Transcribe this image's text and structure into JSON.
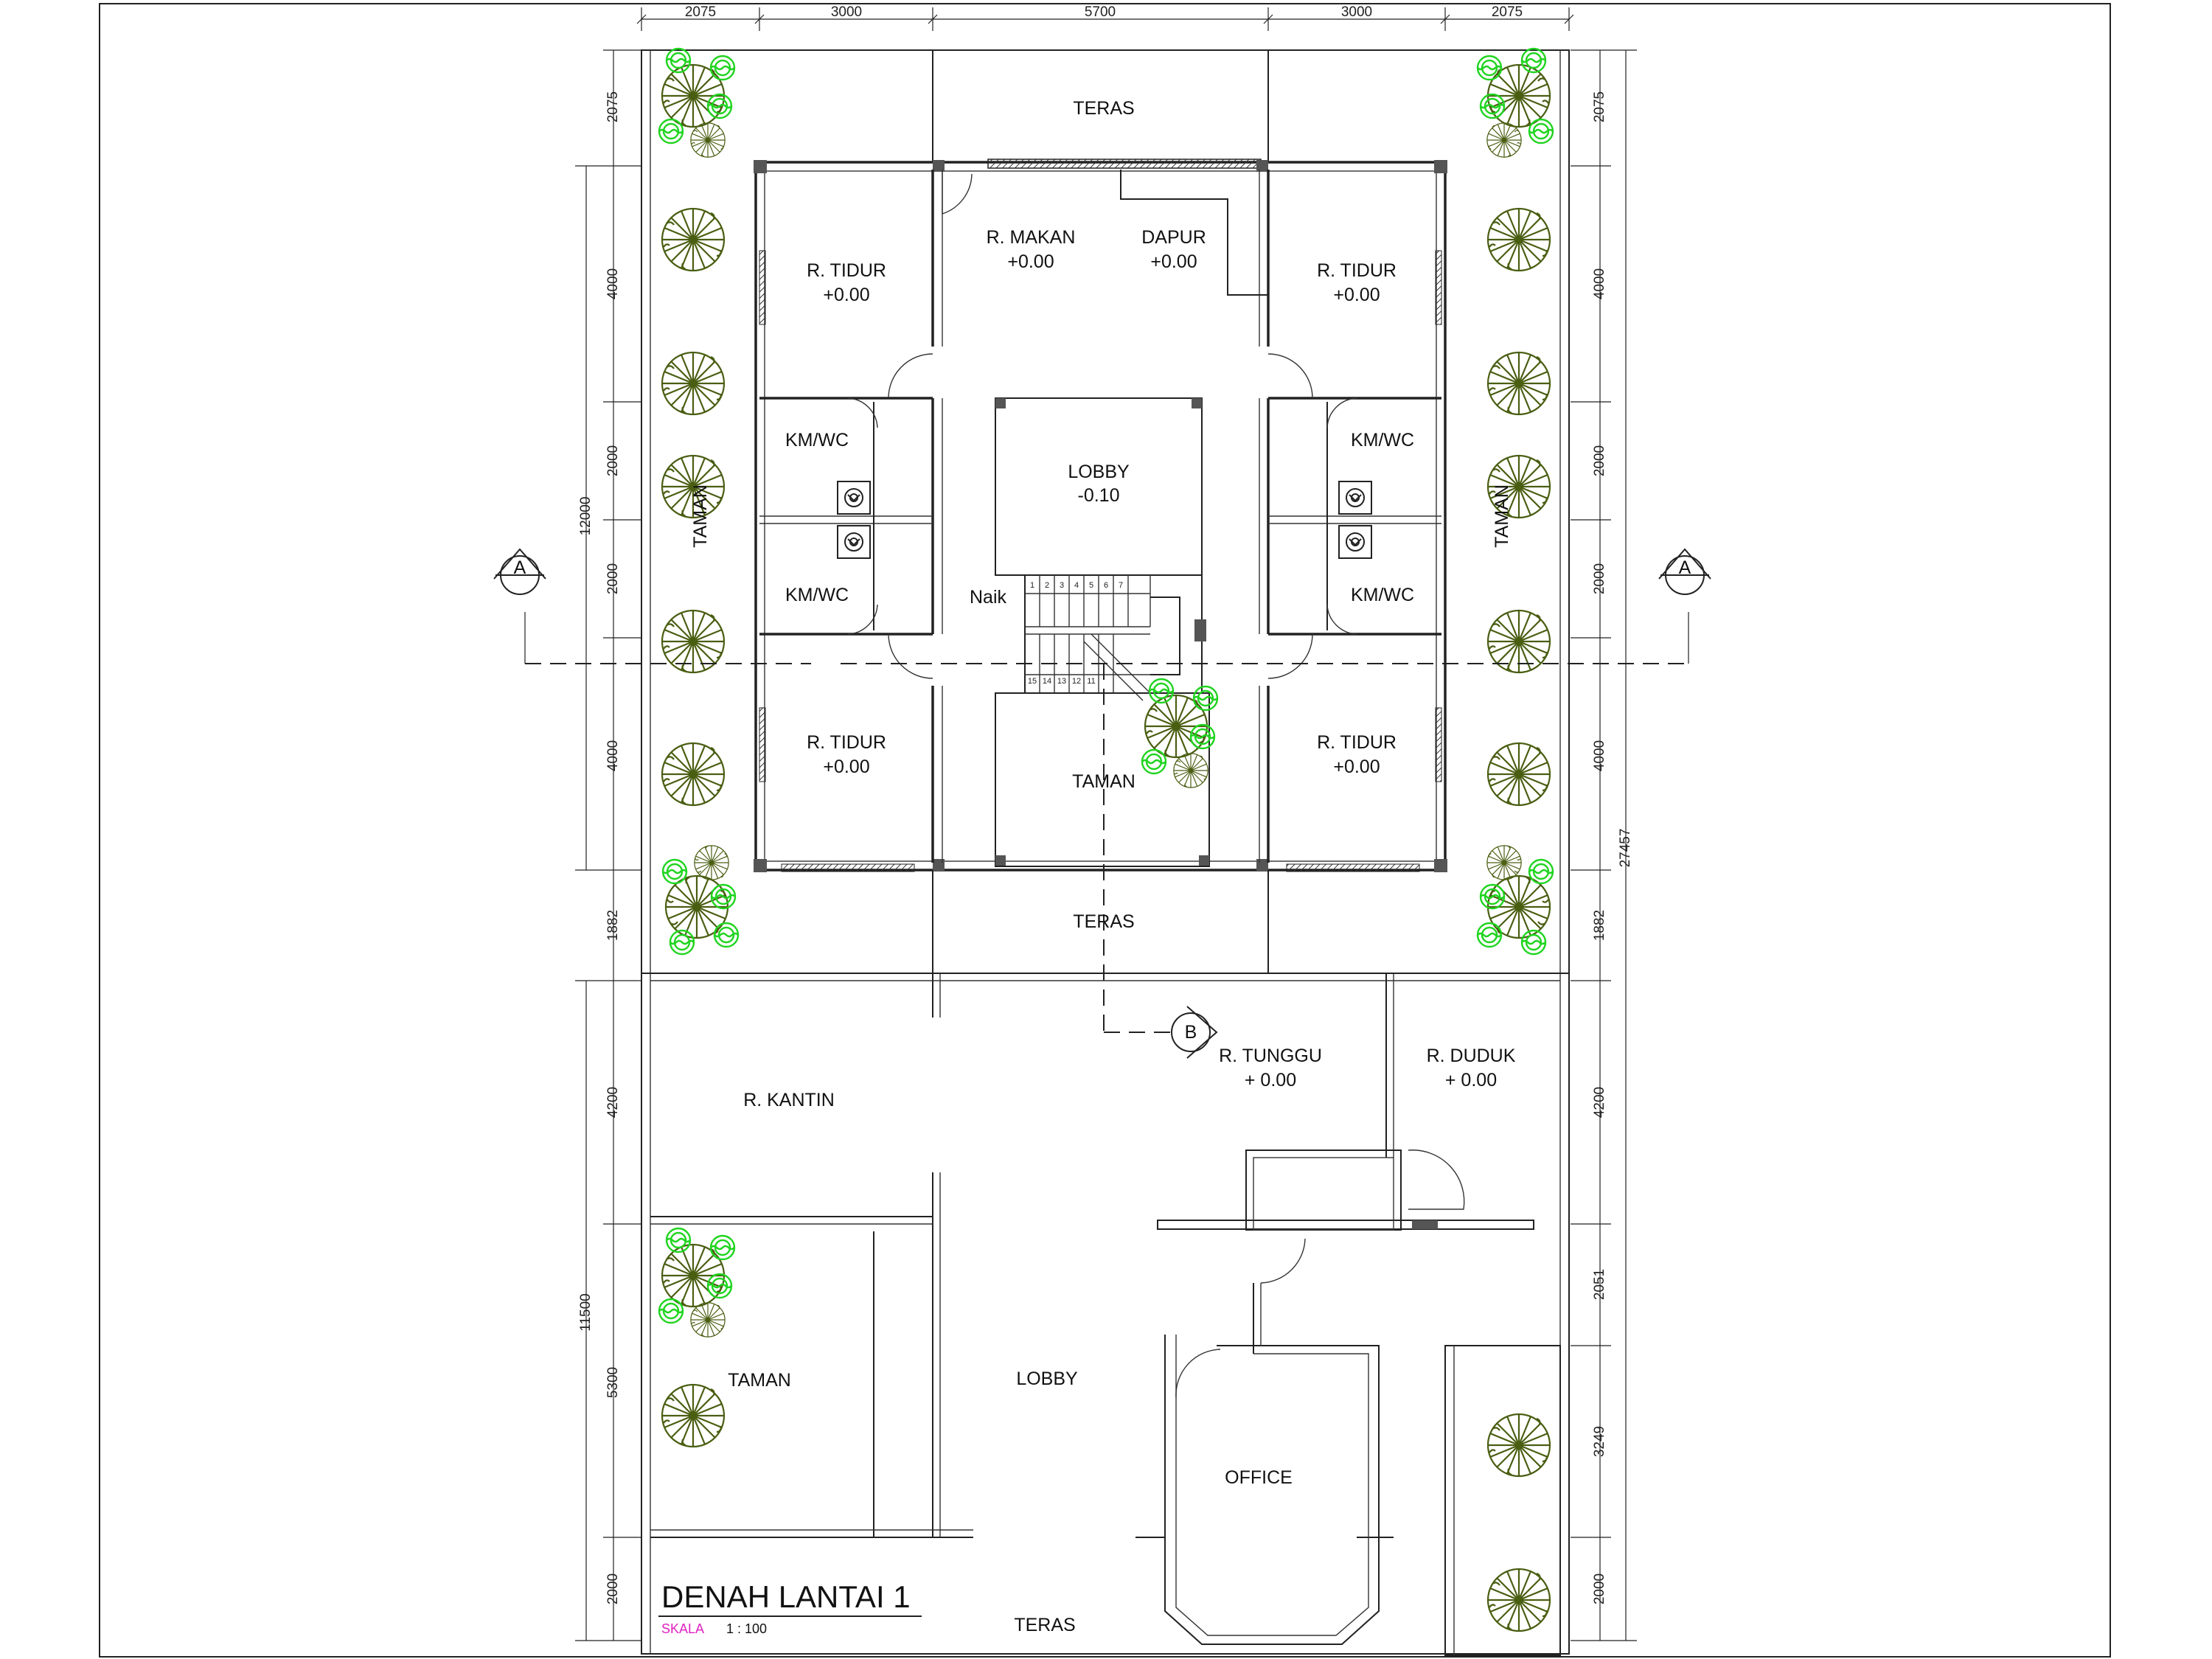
{
  "drawing": {
    "title": "DENAH LANTAI 1",
    "scale_label": "SKALA",
    "scale_value": "1 : 100",
    "scale_color": "#e020c0"
  },
  "dimensions": {
    "top": [
      "2075",
      "3000",
      "5700",
      "3000",
      "2075"
    ],
    "left_outer": [
      "12000",
      "11500"
    ],
    "left_inner": [
      "2075",
      "4000",
      "2000",
      "2000",
      "4000",
      "1882",
      "4200",
      "5300",
      "2000"
    ],
    "right_total": "27457",
    "right_inner": [
      "2075",
      "4000",
      "2000",
      "2000",
      "4000",
      "1882",
      "4200",
      "2051",
      "3249",
      "2000"
    ]
  },
  "rooms": {
    "teras_top": "TERAS",
    "r_makan": "R. MAKAN",
    "r_makan_level": "+0.00",
    "dapur": "DAPUR",
    "dapur_level": "+0.00",
    "r_tidur_1": "R. TIDUR",
    "r_tidur_1_level": "+0.00",
    "r_tidur_2": "R. TIDUR",
    "r_tidur_2_level": "+0.00",
    "r_tidur_3": "R. TIDUR",
    "r_tidur_3_level": "+0.00",
    "r_tidur_4": "R. TIDUR",
    "r_tidur_4_level": "+0.00",
    "kmwc_1": "KM/WC",
    "kmwc_2": "KM/WC",
    "kmwc_3": "KM/WC",
    "kmwc_4": "KM/WC",
    "lobby_top": "LOBBY",
    "lobby_top_level": "-0.10",
    "naik": "Naik",
    "taman_center": "TAMAN",
    "taman_left": "TAMAN",
    "taman_right": "TAMAN",
    "teras_mid": "TERAS",
    "r_tunggu": "R. TUNGGU",
    "r_tunggu_level": "+ 0.00",
    "r_duduk": "R. DUDUK",
    "r_duduk_level": "+ 0.00",
    "r_kantin": "R. KANTIN",
    "taman_bottom": "TAMAN",
    "lobby_bottom": "LOBBY",
    "office": "OFFICE",
    "teras_bottom": "TERAS"
  },
  "stairs": {
    "upper": [
      "1",
      "2",
      "3",
      "4",
      "5",
      "6",
      "7"
    ],
    "lower": [
      "15",
      "14",
      "13",
      "12",
      "11"
    ]
  },
  "section_markers": {
    "a_left": "A",
    "a_right": "A",
    "b": "B"
  },
  "colors": {
    "tree_outline": "#4a5e12",
    "shrub": "#1fd41f",
    "line": "#222222"
  },
  "icons": [
    "tree-symbol",
    "shrub-symbol",
    "toilet-symbol",
    "door-swing",
    "section-marker"
  ]
}
